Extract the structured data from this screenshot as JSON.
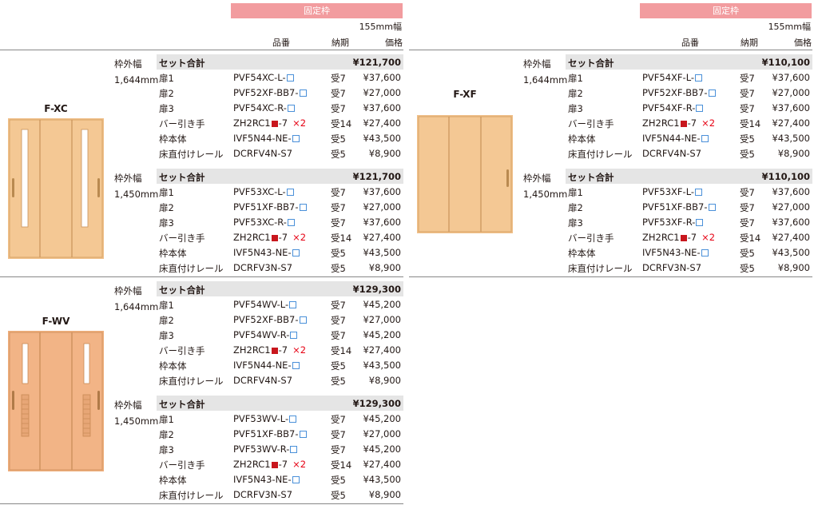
{
  "header": {
    "banner": "固定枠",
    "width_note": "155mm幅",
    "col_hinban": "品番",
    "col_noki": "納期",
    "col_kakaku": "価格"
  },
  "products": [
    {
      "model": "F-XC",
      "groups": [
        {
          "label1": "枠外幅",
          "label2": "1,644mm",
          "total_label": "セット合計",
          "total": "¥121,700",
          "rows": [
            {
              "name": "扉1",
              "code": "PVF54XC-L-",
              "mark": "blue",
              "noki": "受7",
              "price": "¥37,600"
            },
            {
              "name": "扉2",
              "code": "PVF52XF-BB7-",
              "mark": "blue",
              "noki": "受7",
              "price": "¥27,000"
            },
            {
              "name": "扉3",
              "code": "PVF54XC-R-",
              "mark": "blue",
              "noki": "受7",
              "price": "¥37,600"
            },
            {
              "name": "バー引き手",
              "code": "ZH2RC1",
              "mark": "red",
              "suffix": "-7",
              "x2": "×2",
              "noki": "受14",
              "price": "¥27,400"
            },
            {
              "name": "枠本体",
              "code": "IVF5N44-NE-",
              "mark": "blue",
              "noki": "受5",
              "price": "¥43,500"
            },
            {
              "name": "床直付けレール",
              "code": "DCRFV4N-S7",
              "mark": "",
              "noki": "受5",
              "price": "¥8,900"
            }
          ]
        },
        {
          "label1": "枠外幅",
          "label2": "1,450mm",
          "total_label": "セット合計",
          "total": "¥121,700",
          "rows": [
            {
              "name": "扉1",
              "code": "PVF53XC-L-",
              "mark": "blue",
              "noki": "受7",
              "price": "¥37,600"
            },
            {
              "name": "扉2",
              "code": "PVF51XF-BB7-",
              "mark": "blue",
              "noki": "受7",
              "price": "¥27,000"
            },
            {
              "name": "扉3",
              "code": "PVF53XC-R-",
              "mark": "blue",
              "noki": "受7",
              "price": "¥37,600"
            },
            {
              "name": "バー引き手",
              "code": "ZH2RC1",
              "mark": "red",
              "suffix": "-7",
              "x2": "×2",
              "noki": "受14",
              "price": "¥27,400"
            },
            {
              "name": "枠本体",
              "code": "IVF5N43-NE-",
              "mark": "blue",
              "noki": "受5",
              "price": "¥43,500"
            },
            {
              "name": "床直付けレール",
              "code": "DCRFV3N-S7",
              "mark": "",
              "noki": "受5",
              "price": "¥8,900"
            }
          ]
        }
      ]
    },
    {
      "model": "F-WV",
      "groups": [
        {
          "label1": "枠外幅",
          "label2": "1,644mm",
          "total_label": "セット合計",
          "total": "¥129,300",
          "rows": [
            {
              "name": "扉1",
              "code": "PVF54WV-L-",
              "mark": "blue",
              "noki": "受7",
              "price": "¥45,200"
            },
            {
              "name": "扉2",
              "code": "PVF52XF-BB7-",
              "mark": "blue",
              "noki": "受7",
              "price": "¥27,000"
            },
            {
              "name": "扉3",
              "code": "PVF54WV-R-",
              "mark": "blue",
              "noki": "受7",
              "price": "¥45,200"
            },
            {
              "name": "バー引き手",
              "code": "ZH2RC1",
              "mark": "red",
              "suffix": "-7",
              "x2": "×2",
              "noki": "受14",
              "price": "¥27,400"
            },
            {
              "name": "枠本体",
              "code": "IVF5N44-NE-",
              "mark": "blue",
              "noki": "受5",
              "price": "¥43,500"
            },
            {
              "name": "床直付けレール",
              "code": "DCRFV4N-S7",
              "mark": "",
              "noki": "受5",
              "price": "¥8,900"
            }
          ]
        },
        {
          "label1": "枠外幅",
          "label2": "1,450mm",
          "total_label": "セット合計",
          "total": "¥129,300",
          "rows": [
            {
              "name": "扉1",
              "code": "PVF53WV-L-",
              "mark": "blue",
              "noki": "受7",
              "price": "¥45,200"
            },
            {
              "name": "扉2",
              "code": "PVF51XF-BB7-",
              "mark": "blue",
              "noki": "受7",
              "price": "¥27,000"
            },
            {
              "name": "扉3",
              "code": "PVF53WV-R-",
              "mark": "blue",
              "noki": "受7",
              "price": "¥45,200"
            },
            {
              "name": "バー引き手",
              "code": "ZH2RC1",
              "mark": "red",
              "suffix": "-7",
              "x2": "×2",
              "noki": "受14",
              "price": "¥27,400"
            },
            {
              "name": "枠本体",
              "code": "IVF5N43-NE-",
              "mark": "blue",
              "noki": "受5",
              "price": "¥43,500"
            },
            {
              "name": "床直付けレール",
              "code": "DCRFV3N-S7",
              "mark": "",
              "noki": "受5",
              "price": "¥8,900"
            }
          ]
        }
      ]
    },
    {
      "model": "F-XF",
      "groups": [
        {
          "label1": "枠外幅",
          "label2": "1,644mm",
          "total_label": "セット合計",
          "total": "¥110,100",
          "rows": [
            {
              "name": "扉1",
              "code": "PVF54XF-L-",
              "mark": "blue",
              "noki": "受7",
              "price": "¥37,600"
            },
            {
              "name": "扉2",
              "code": "PVF52XF-BB7-",
              "mark": "blue",
              "noki": "受7",
              "price": "¥27,000"
            },
            {
              "name": "扉3",
              "code": "PVF54XF-R-",
              "mark": "blue",
              "noki": "受7",
              "price": "¥37,600"
            },
            {
              "name": "バー引き手",
              "code": "ZH2RC1",
              "mark": "red",
              "suffix": "-7",
              "x2": "×2",
              "noki": "受14",
              "price": "¥27,400"
            },
            {
              "name": "枠本体",
              "code": "IVF5N44-NE-",
              "mark": "blue",
              "noki": "受5",
              "price": "¥43,500"
            },
            {
              "name": "床直付けレール",
              "code": "DCRFV4N-S7",
              "mark": "",
              "noki": "受5",
              "price": "¥8,900"
            }
          ]
        },
        {
          "label1": "枠外幅",
          "label2": "1,450mm",
          "total_label": "セット合計",
          "total": "¥110,100",
          "rows": [
            {
              "name": "扉1",
              "code": "PVF53XF-L-",
              "mark": "blue",
              "noki": "受7",
              "price": "¥37,600"
            },
            {
              "name": "扉2",
              "code": "PVF51XF-BB7-",
              "mark": "blue",
              "noki": "受7",
              "price": "¥27,000"
            },
            {
              "name": "扉3",
              "code": "PVF53XF-R-",
              "mark": "blue",
              "noki": "受7",
              "price": "¥37,600"
            },
            {
              "name": "バー引き手",
              "code": "ZH2RC1",
              "mark": "red",
              "suffix": "-7",
              "x2": "×2",
              "noki": "受14",
              "price": "¥27,400"
            },
            {
              "name": "枠本体",
              "code": "IVF5N43-NE-",
              "mark": "blue",
              "noki": "受5",
              "price": "¥43,500"
            },
            {
              "name": "床直付けレール",
              "code": "DCRFV3N-S7",
              "mark": "",
              "noki": "受5",
              "price": "¥8,900"
            }
          ]
        }
      ]
    }
  ],
  "colors": {
    "banner": "#f29c9f",
    "total_row": "#e5e5e5",
    "door_wood": "#f2c48e",
    "door_wood_wv": "#f2b486",
    "blue_mark": "#4a90d9",
    "red_mark": "#c8161d"
  }
}
